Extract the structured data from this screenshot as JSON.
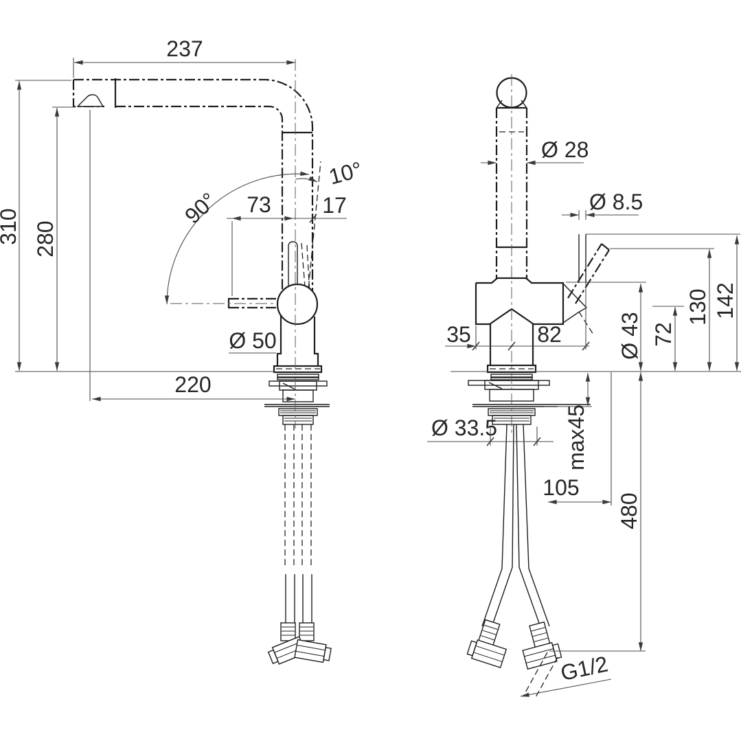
{
  "drawing": {
    "type": "technical-dimension-drawing",
    "subject": "single-lever kitchen mixer tap with pull-out spout, installation dimensions",
    "units": "mm",
    "background": "#ffffff",
    "object_line_color": "#1d1d1d",
    "dimension_line_color": "#4a4a4a",
    "side_view": {
      "name": "side view",
      "dims": {
        "spout_reach_top": "237",
        "total_height": "310",
        "spout_height": "280",
        "swivel_angle": "90°",
        "lever_tilt_angle": "10°",
        "lever_offset": "73",
        "lever_top_offset": "17",
        "body_diameter": "Ø 50",
        "outlet_reach": "220"
      }
    },
    "front_view": {
      "name": "front view",
      "dims": {
        "spout_pipe_diameter": "Ø 28",
        "lever_rod_diameter": "Ø 8.5",
        "body_left_offset": "35",
        "lever_side_offset": "82",
        "body_diameter": "Ø 43",
        "lever_pivot_height": "72",
        "body_top_height": "130",
        "lever_rod_height": "142",
        "shank_diameter": "Ø 33.5",
        "max_deck_thickness": "max45",
        "hose_side_offset": "105",
        "hose_drop_length": "480",
        "hose_thread": "G1/2"
      }
    }
  }
}
